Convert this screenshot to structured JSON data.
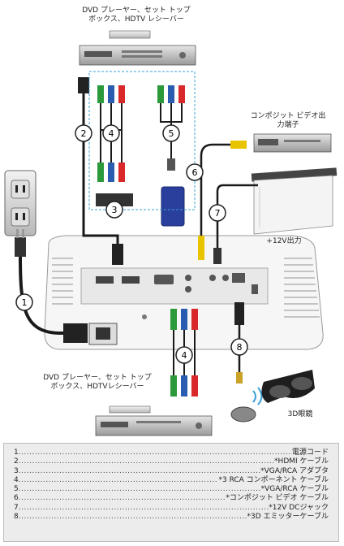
{
  "labels": {
    "top_device": "DVD プレーヤー、セット トップ\nボックス、HDTV レシーバー",
    "composite_device": "コンポジット ビデオ出\n力端子",
    "power_12v": "+12V出力",
    "bottom_device": "DVD プレーヤー、セット トップ\nボックス、HDTVレシーバー",
    "glasses": "3D眼鏡"
  },
  "callouts": [
    "1",
    "2",
    "3",
    "4",
    "5",
    "6",
    "7",
    "4",
    "8"
  ],
  "legend": [
    {
      "num": "1",
      "text": "電源コード"
    },
    {
      "num": "2",
      "text": "*HDMI ケーブル"
    },
    {
      "num": "3",
      "text": "*VGA/RCA アダプタ"
    },
    {
      "num": "4",
      "text": "*3 RCA コンポーネント ケーブル"
    },
    {
      "num": "5",
      "text": "*VGA/RCA ケーブル"
    },
    {
      "num": "6",
      "text": "*コンポジット ビデオ ケーブル"
    },
    {
      "num": "7",
      "text": "*12V DCジャック"
    },
    {
      "num": "8",
      "text": "*3D エミッターケーブル"
    }
  ],
  "colors": {
    "red": "#d8282a",
    "green": "#2c9a3a",
    "blue": "#2a5db0",
    "yellow": "#e8c400",
    "cable": "#1a1a1a",
    "dash": "#3aa0d8"
  }
}
